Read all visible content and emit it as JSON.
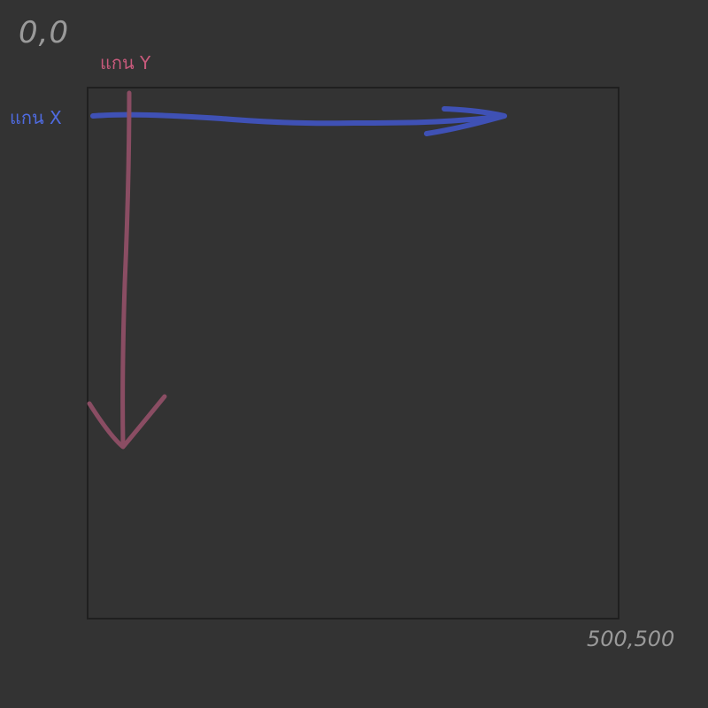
{
  "labels": {
    "origin": "0,0",
    "end": "500,500",
    "axis_x": "แกน X",
    "axis_y": "แกน Y"
  },
  "colors": {
    "background": "#333333",
    "box_border": "#1f1f1f",
    "axis_x": "#3f51b5",
    "axis_x_text": "#4f6be0",
    "axis_y": "#8a4d63",
    "axis_y_text": "#c95a7c",
    "corner_text": "#9a9a9a"
  }
}
